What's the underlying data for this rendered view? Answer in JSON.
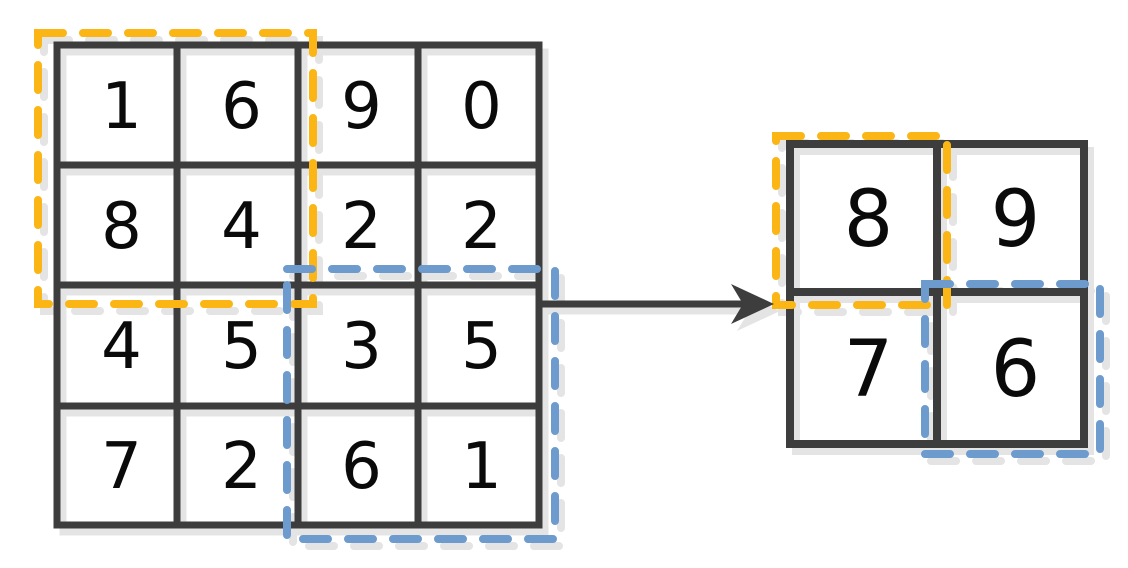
{
  "input_grid": {
    "rows": [
      [
        "1",
        "6",
        "9",
        "0"
      ],
      [
        "8",
        "4",
        "2",
        "2"
      ],
      [
        "4",
        "5",
        "3",
        "5"
      ],
      [
        "7",
        "2",
        "6",
        "1"
      ]
    ]
  },
  "output_grid": {
    "rows": [
      [
        "8",
        "9"
      ],
      [
        "7",
        "6"
      ]
    ]
  },
  "colors": {
    "grid_line": "#3D3D3D",
    "shadow": "#E4E4E4",
    "pool_window_a": "#FBB615",
    "pool_window_b": "#6D9BCE",
    "digit": "#0A0A0A"
  }
}
